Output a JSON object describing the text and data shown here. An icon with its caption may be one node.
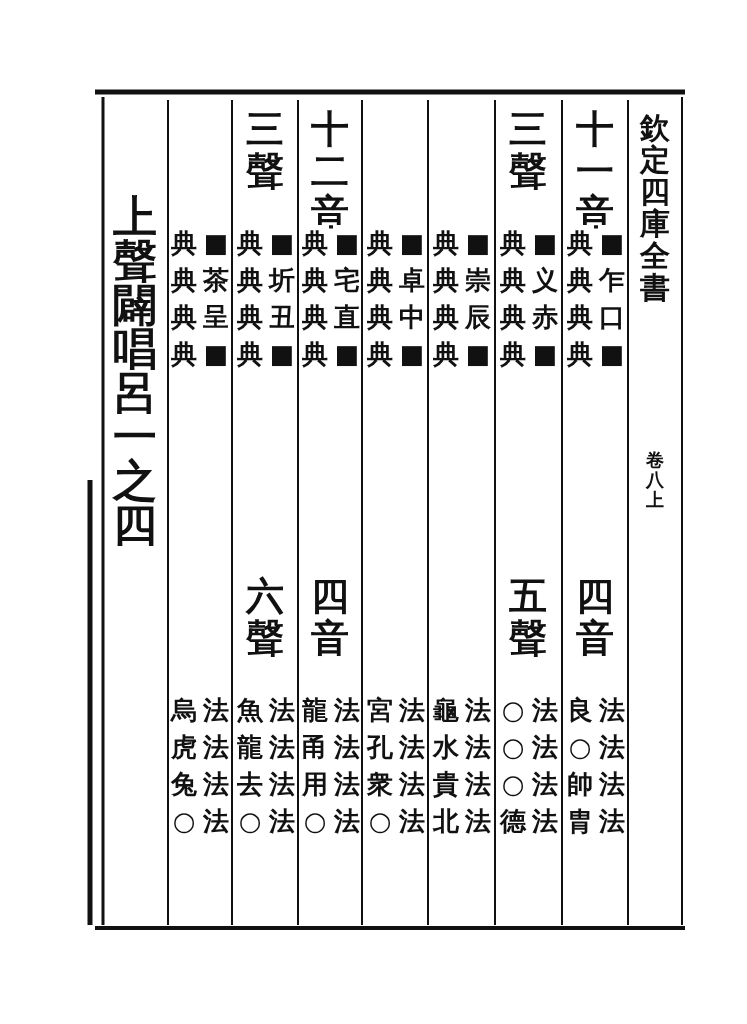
{
  "diagram": {
    "labels": [
      "欽定四庫全書",
      "卷八上",
      "十一音",
      "■乍口■",
      "典典典典",
      "四音",
      "法法法法",
      "良○帥胄",
      "三聲",
      "■义赤■",
      "典典典典",
      "五聲",
      "法法法法",
      "○○○德",
      "■崇辰■",
      "典典典典",
      "法法法法",
      "龜水貴北",
      "■卓中■",
      "典典典典",
      "法法法法",
      "宮孔衆○",
      "十二音",
      "■宅直■",
      "典典典典",
      "四音",
      "法法法法",
      "龍甬用○",
      "三聲",
      "■圻丑■",
      "典典典典",
      "六聲",
      "法法法法",
      "魚龍去○",
      "■茶呈■",
      "典典典典",
      "法法法法",
      "烏虎兔○",
      "上聲闢唱呂一之四"
    ]
  }
}
